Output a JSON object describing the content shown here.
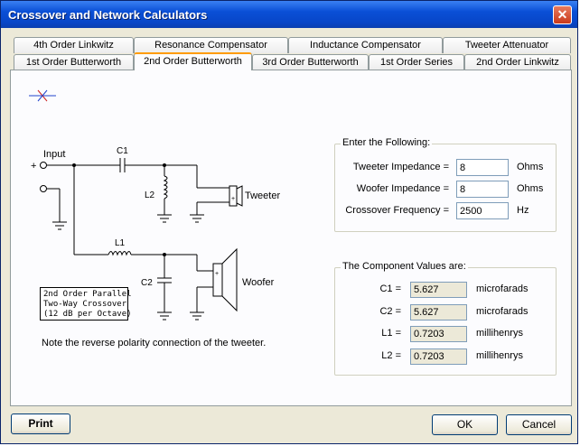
{
  "window": {
    "title": "Crossover and Network Calculators",
    "close_glyph": "✕"
  },
  "tabs_row1": [
    "4th Order Linkwitz",
    "Resonance Compensator",
    "Inductance Compensator",
    "Tweeter Attenuator"
  ],
  "tabs_row2": [
    "1st Order Butterworth",
    "2nd Order Butterworth",
    "3rd Order Butterworth",
    "1st Order Series",
    "2nd Order Linkwitz"
  ],
  "schematic": {
    "input_label": "Input",
    "plus": "+",
    "c1": "C1",
    "c2": "C2",
    "l1": "L1",
    "l2": "L2",
    "tweeter_label": "Tweeter",
    "woofer_label": "Woofer",
    "note_box": [
      "2nd Order Parallel",
      "Two-Way Crossover",
      "(12 dB per Octave)"
    ],
    "polarity_note": "Note the reverse polarity connection of the tweeter."
  },
  "inputs_group": {
    "title": "Enter the Following:",
    "fields": [
      {
        "label": "Tweeter Impedance =",
        "value": "8",
        "unit": "Ohms"
      },
      {
        "label": "Woofer Impedance =",
        "value": "8",
        "unit": "Ohms"
      },
      {
        "label": "Crossover Frequency =",
        "value": "2500",
        "unit": "Hz"
      }
    ]
  },
  "results_group": {
    "title": "The Component Values are:",
    "rows": [
      {
        "label": "C1 =",
        "value": "5.627",
        "unit": "microfarads"
      },
      {
        "label": "C2 =",
        "value": "5.627",
        "unit": "microfarads"
      },
      {
        "label": "L1 =",
        "value": "0.7203",
        "unit": "millihenrys"
      },
      {
        "label": "L2 =",
        "value": "0.7203",
        "unit": "millihenrys"
      }
    ]
  },
  "buttons": {
    "print": "Print",
    "ok": "OK",
    "cancel": "Cancel"
  }
}
